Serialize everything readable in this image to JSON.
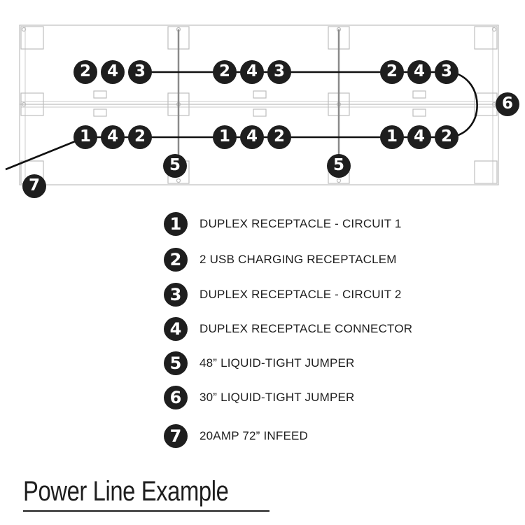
{
  "diagram": {
    "badge_color": "#1e1e1e",
    "outline_color": "#bdbdbd",
    "wire_color": "#111111",
    "top_row": [
      {
        "group": "left",
        "numbers": [
          "2",
          "4",
          "3"
        ]
      },
      {
        "group": "middle",
        "numbers": [
          "2",
          "4",
          "3"
        ]
      },
      {
        "group": "right",
        "numbers": [
          "2",
          "4",
          "3"
        ]
      }
    ],
    "bottom_row": [
      {
        "group": "left",
        "numbers": [
          "1",
          "4",
          "2"
        ]
      },
      {
        "group": "middle",
        "numbers": [
          "1",
          "4",
          "2"
        ]
      },
      {
        "group": "right",
        "numbers": [
          "1",
          "4",
          "2"
        ]
      }
    ],
    "jumper_48_labels": [
      "5",
      "5"
    ],
    "jumper_30_label": "6",
    "infeed_label": "7"
  },
  "legend": [
    {
      "number": "1",
      "label": "DUPLEX RECEPTACLE - CIRCUIT 1"
    },
    {
      "number": "2",
      "label": "2 USB CHARGING RECEPTACLEM"
    },
    {
      "number": "3",
      "label": "DUPLEX RECEPTACLE - CIRCUIT 2"
    },
    {
      "number": "4",
      "label": "DUPLEX RECEPTACLE CONNECTOR"
    },
    {
      "number": "5",
      "label": "48” LIQUID-TIGHT JUMPER"
    },
    {
      "number": "6",
      "label": "30” LIQUID-TIGHT JUMPER"
    },
    {
      "number": "7",
      "label": "20AMP 72” INFEED"
    }
  ],
  "title": "Power Line Example"
}
